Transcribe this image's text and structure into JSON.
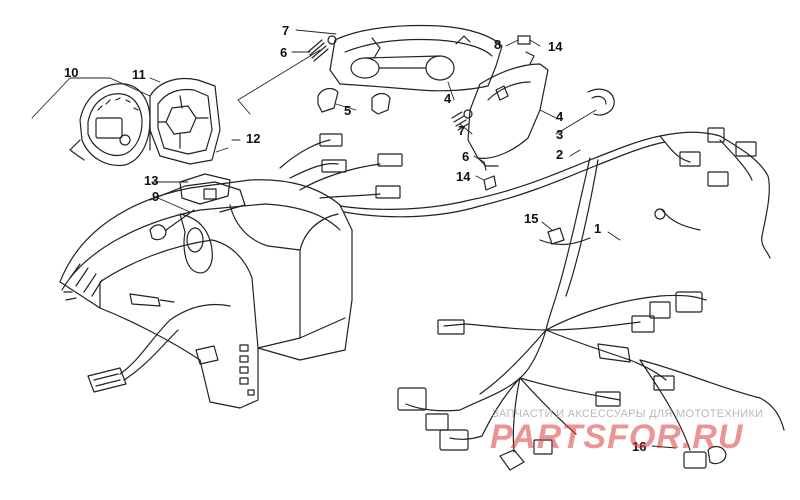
{
  "diagram": {
    "callouts": [
      {
        "id": "c1",
        "text": "1"
      },
      {
        "id": "c2",
        "text": "2"
      },
      {
        "id": "c3",
        "text": "3"
      },
      {
        "id": "c4a",
        "text": "4"
      },
      {
        "id": "c4b",
        "text": "4"
      },
      {
        "id": "c5",
        "text": "5"
      },
      {
        "id": "c6a",
        "text": "6"
      },
      {
        "id": "c6b",
        "text": "6"
      },
      {
        "id": "c7a",
        "text": "7"
      },
      {
        "id": "c7b",
        "text": "7"
      },
      {
        "id": "c8",
        "text": "8"
      },
      {
        "id": "c9",
        "text": "9"
      },
      {
        "id": "c10",
        "text": "10"
      },
      {
        "id": "c11",
        "text": "11"
      },
      {
        "id": "c12",
        "text": "12"
      },
      {
        "id": "c13",
        "text": "13"
      },
      {
        "id": "c14a",
        "text": "14"
      },
      {
        "id": "c14b",
        "text": "14"
      },
      {
        "id": "c15",
        "text": "15"
      },
      {
        "id": "c16",
        "text": "16"
      }
    ]
  },
  "watermark": {
    "caption": "ЗАПЧАСТИ И АКСЕССУАРЫ ДЛЯ МОТОТЕХНИКИ",
    "logo": "PARTSFOR.RU",
    "color": "#d94848"
  },
  "colors": {
    "line": "#222222",
    "background": "#ffffff"
  }
}
